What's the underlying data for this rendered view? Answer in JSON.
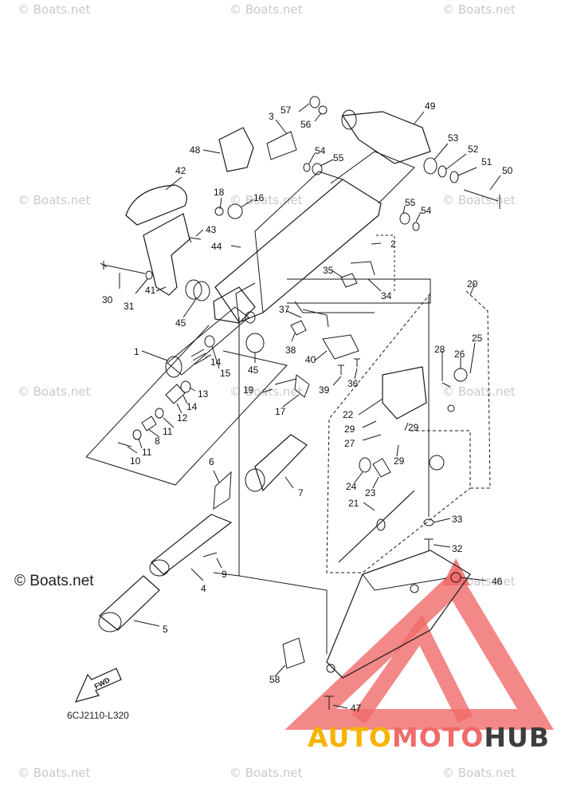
{
  "watermarks": [
    "© Boats.net",
    "© Boats.net",
    "© Boats.net",
    "© Boats.net",
    "© Boats.net",
    "© Boats.net",
    "© Boats.net",
    "© Boats.net",
    "© Boats.net",
    "© Boats.net",
    "© Boats.net",
    "© Boats.net",
    "© Boats.net"
  ],
  "main_watermark": "© Boats.net",
  "diagram_code": "6CJ2110-L320",
  "fwd_label": "FWD",
  "logo": {
    "part1": "AUTO",
    "part2": "MOTO",
    "part3": "HUB"
  },
  "callouts": [
    "1",
    "2",
    "3",
    "4",
    "5",
    "6",
    "7",
    "8",
    "9",
    "10",
    "11",
    "11",
    "12",
    "13",
    "14",
    "14",
    "15",
    "16",
    "17",
    "18",
    "19",
    "20",
    "21",
    "22",
    "23",
    "24",
    "25",
    "26",
    "27",
    "28",
    "29",
    "29",
    "29",
    "30",
    "31",
    "32",
    "33",
    "34",
    "35",
    "36",
    "37",
    "38",
    "39",
    "40",
    "41",
    "42",
    "43",
    "44",
    "45",
    "45",
    "46",
    "47",
    "48",
    "49",
    "50",
    "51",
    "52",
    "53",
    "54",
    "54",
    "55",
    "55",
    "56",
    "57",
    "58"
  ],
  "colors": {
    "line": "#1a1a1a",
    "watermark": "#c9c9c9",
    "logo_red": "#f06a6a",
    "logo_yellow": "#f6b400",
    "logo_dark": "#3d3d3d"
  }
}
